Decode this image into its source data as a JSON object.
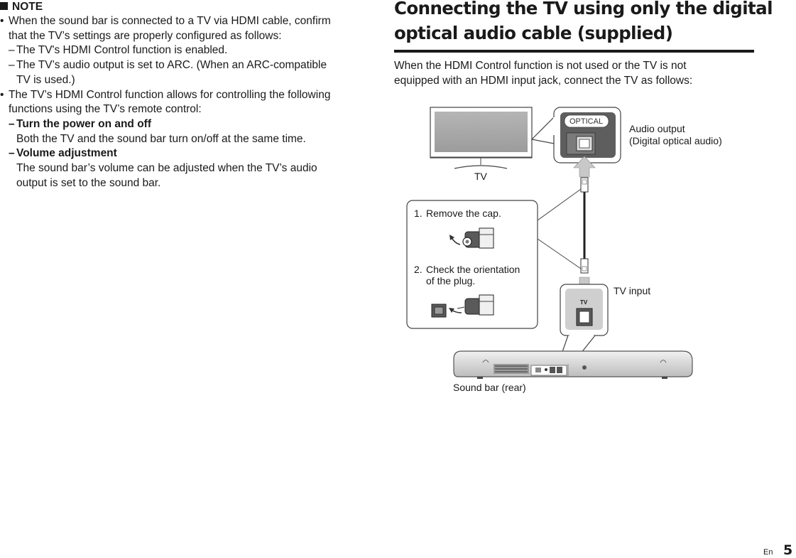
{
  "note": {
    "heading": "NOTE",
    "bullet1": {
      "line1": "When the sound bar is connected to a TV via HDMI cable, confirm",
      "line2": "that the TV’s settings are properly configured as follows:",
      "sub1": "The TV's HDMI Control function is enabled.",
      "sub2_line1": "The TV’s audio output is set to ARC. (When an ARC-compatible",
      "sub2_line2": "TV is used.)"
    },
    "bullet2": {
      "line1": "The TV’s HDMI Control function allows for controlling the following",
      "line2": "functions using the TV’s remote control:",
      "item1_title": "Turn the power on and off",
      "item1_desc": "Both the TV and the sound bar turn on/off at the same time.",
      "item2_title": "Volume adjustment",
      "item2_desc_line1": "The sound bar’s volume can be adjusted when the TV’s audio",
      "item2_desc_line2": "output is set to the sound bar."
    },
    "bullet_symbol": "•",
    "dash_symbol": "–"
  },
  "section": {
    "title_line1": "Connecting the TV using only the digital",
    "title_line2": "optical audio cable (supplied)",
    "intro_line1": "When the HDMI Control function is not used or the TV is not",
    "intro_line2": "equipped with an HDMI input jack, connect the TV as follows:"
  },
  "diagram": {
    "tv_label": "TV",
    "optical_label": "OPTICAL",
    "audio_output_line1": "Audio output",
    "audio_output_line2": "(Digital optical audio)",
    "step1_num": "1.",
    "step1_text": "Remove the cap.",
    "step2_num": "2.",
    "step2_line1": "Check the orientation",
    "step2_line2": "of the plug.",
    "tv_input_label": "TV input",
    "tv_jack_label": "TV",
    "soundbar_label": "Sound bar (rear)"
  },
  "footer": {
    "lang": "En",
    "page": "5"
  }
}
